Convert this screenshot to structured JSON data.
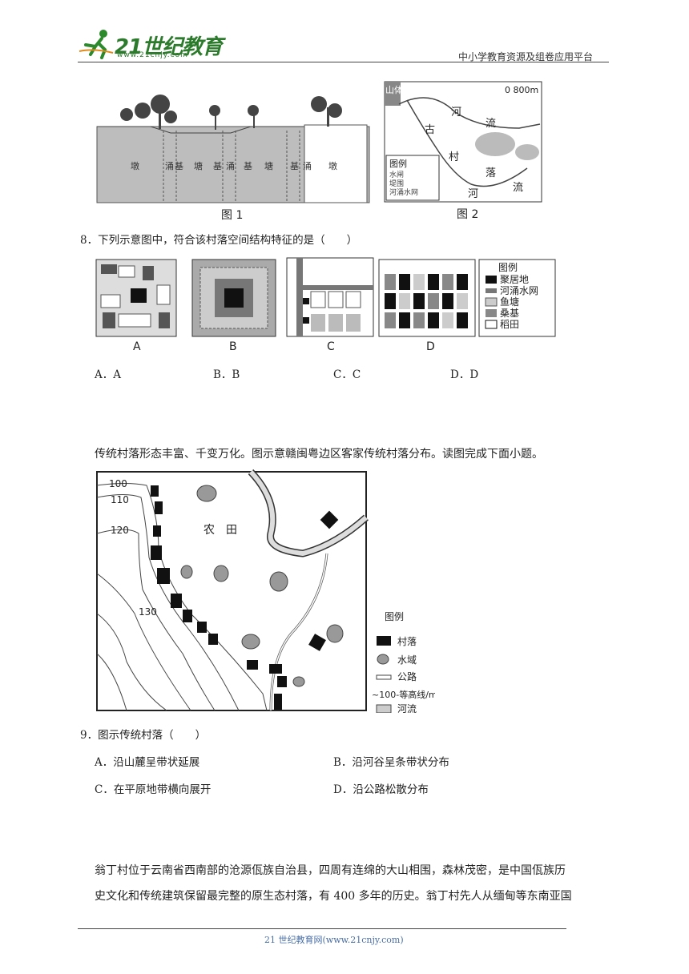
{
  "header": {
    "logo_text": "21世纪教育",
    "logo_url": "www.21cnjy.com",
    "right_text": "中小学教育资源及组卷应用平台"
  },
  "figure1": {
    "caption": "图 1",
    "labels": [
      "墩",
      "涌",
      "基",
      "塘",
      "基",
      "涌",
      "基",
      "塘",
      "基",
      "涌",
      "墩"
    ]
  },
  "figure2": {
    "caption": "图 2",
    "scale": "0  800m",
    "mountain": "山体",
    "words": [
      "河",
      "古",
      "流",
      "村",
      "落",
      "河",
      "流"
    ],
    "legend_title": "图例",
    "legend_items": [
      "水闸",
      "堤围",
      "河涌水网"
    ]
  },
  "q8": {
    "stem": "8．下列示意图中，符合该村落空间结构特征的是（　　）",
    "panel_labels": [
      "A",
      "B",
      "C",
      "D"
    ],
    "legend_title": "图例",
    "legend_items": [
      "聚居地",
      "河涌水网",
      "鱼塘",
      "桑基",
      "稻田"
    ],
    "options": [
      "A．A",
      "B．B",
      "C．C",
      "D．D"
    ]
  },
  "intro9": "传统村落形态丰富、千变万化。图示意赣闽粤边区客家传统村落分布。读图完成下面小题。",
  "map9": {
    "contours": [
      "100",
      "110",
      "120",
      "130"
    ],
    "farmland": "农　田",
    "legend_title": "图例",
    "legend_items": [
      "村落",
      "水域",
      "公路",
      "等高线/m",
      "河流"
    ],
    "contour_sample": "100"
  },
  "q9": {
    "stem": "9．图示传统村落（　　）",
    "options": [
      "A．沿山麓呈带状延展",
      "B．沿河谷呈条带状分布",
      "C．在平原地带横向展开",
      "D．沿公路松散分布"
    ]
  },
  "passage": {
    "line1": "翁丁村位于云南省西南部的沧源佤族自治县，四周有连绵的大山相围，森林茂密，是中国佤族历",
    "line2": "史文化和传统建筑保留最完整的原生态村落，有 400 多年的历史。翁丁村先人从缅甸等东南亚国"
  },
  "footer": "21 世纪教育网(www.21cnjy.com)"
}
